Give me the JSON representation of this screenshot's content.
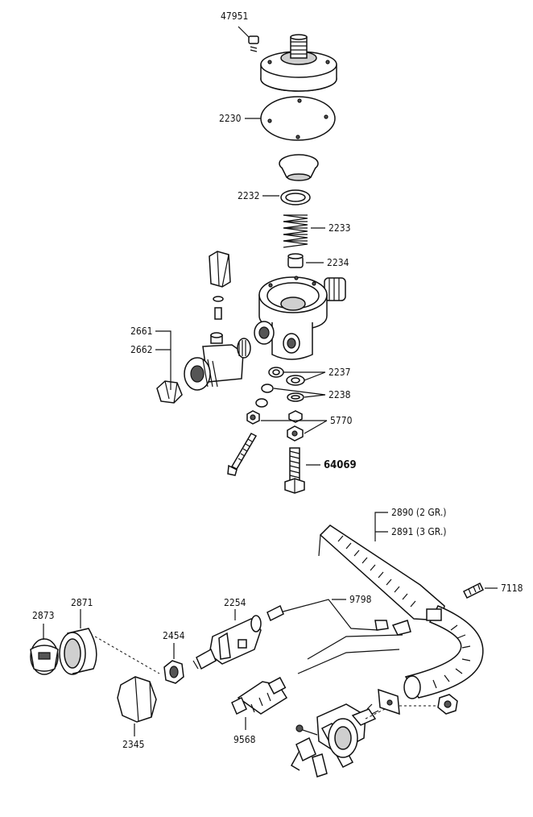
{
  "labels": {
    "l47951": "47951",
    "l2230": "2230",
    "l2232": "2232",
    "l2233": "2233",
    "l2234": "2234",
    "l2661": "2661",
    "l2662": "2662",
    "l2237": "2237",
    "l2238": "2238",
    "l5770": "5770",
    "l64069": "64069",
    "l2890": "2890 (2 GR.)",
    "l2891": "2891 (3 GR.)",
    "l7118": "7118",
    "l9798": "9798",
    "l2254": "2254",
    "l2871": "2871",
    "l2873": "2873",
    "l2454": "2454",
    "l2345": "2345",
    "l9568": "9568"
  }
}
